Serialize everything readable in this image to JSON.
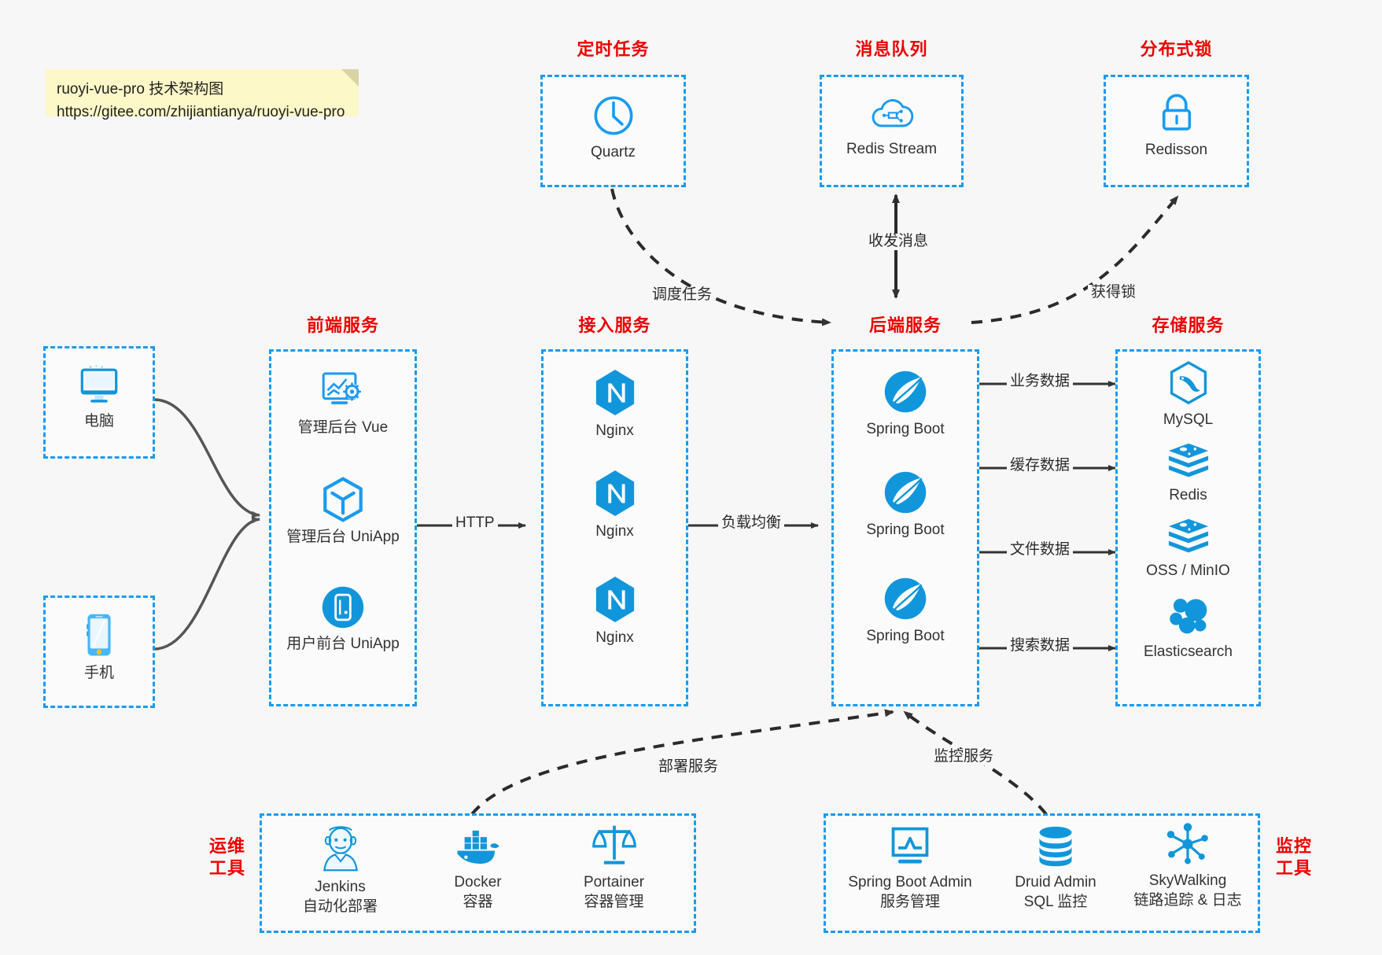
{
  "note": {
    "line1": "ruoyi-vue-pro 技术架构图",
    "line2": "https://gitee.com/zhijiantianya/ruoyi-vue-pro"
  },
  "colors": {
    "accent_blue": "#1a9bf0",
    "icon_blue": "#1296db",
    "caption_red": "#ee0000",
    "background": "#f7f7f7",
    "arrow_black": "#333333"
  },
  "groups": {
    "scheduled_task": {
      "caption": "定时任务"
    },
    "message_queue": {
      "caption": "消息队列"
    },
    "distributed_lock": {
      "caption": "分布式锁"
    },
    "frontend_service": {
      "caption": "前端服务"
    },
    "access_service": {
      "caption": "接入服务"
    },
    "backend_service": {
      "caption": "后端服务"
    },
    "storage_service": {
      "caption": "存储服务"
    },
    "devops_tools": {
      "caption_line1": "运维",
      "caption_line2": "工具"
    },
    "monitor_tools": {
      "caption_line1": "监控",
      "caption_line2": "工具"
    }
  },
  "nodes": {
    "quartz": {
      "label": "Quartz",
      "icon": "clock-icon"
    },
    "redis_stream": {
      "label": "Redis Stream",
      "icon": "cloud-stream-icon"
    },
    "redisson": {
      "label": "Redisson",
      "icon": "lock-icon"
    },
    "computer": {
      "label": "电脑",
      "icon": "desktop-monitor-icon"
    },
    "phone": {
      "label": "手机",
      "icon": "smartphone-icon"
    },
    "admin_vue": {
      "label": "管理后台 Vue",
      "icon": "dashboard-gear-icon"
    },
    "admin_uniapp": {
      "label": "管理后台 UniApp",
      "icon": "uniapp-cube-icon"
    },
    "user_uniapp": {
      "label": "用户前台 UniApp",
      "icon": "mobile-app-icon"
    },
    "nginx_1": {
      "label": "Nginx",
      "icon": "nginx-icon"
    },
    "nginx_2": {
      "label": "Nginx",
      "icon": "nginx-icon"
    },
    "nginx_3": {
      "label": "Nginx",
      "icon": "nginx-icon"
    },
    "spring_boot_1": {
      "label": "Spring Boot",
      "icon": "spring-leaf-icon"
    },
    "spring_boot_2": {
      "label": "Spring Boot",
      "icon": "spring-leaf-icon"
    },
    "spring_boot_3": {
      "label": "Spring Boot",
      "icon": "spring-leaf-icon"
    },
    "mysql": {
      "label": "MySQL",
      "icon": "mysql-dolphin-icon"
    },
    "redis": {
      "label": "Redis",
      "icon": "redis-stack-icon"
    },
    "oss_minio": {
      "label": "OSS / MinIO",
      "icon": "redis-stack-icon"
    },
    "elasticsearch": {
      "label": "Elasticsearch",
      "icon": "elasticsearch-icon"
    },
    "jenkins": {
      "label": "Jenkins",
      "sublabel": "自动化部署",
      "icon": "jenkins-butler-icon"
    },
    "docker": {
      "label": "Docker",
      "sublabel": "容器",
      "icon": "docker-whale-icon"
    },
    "portainer": {
      "label": "Portainer",
      "sublabel": "容器管理",
      "icon": "portainer-scale-icon"
    },
    "spring_boot_admin": {
      "label": "Spring Boot Admin",
      "sublabel": "服务管理",
      "icon": "monitor-chart-icon"
    },
    "druid_admin": {
      "label": "Druid Admin",
      "sublabel": "SQL 监控",
      "icon": "database-icon"
    },
    "skywalking": {
      "label": "SkyWalking",
      "sublabel": "链路追踪 & 日志",
      "icon": "skywalking-node-icon"
    }
  },
  "edges": {
    "schedule_task": "调度任务",
    "send_receive_message": "收发消息",
    "acquire_lock": "获得锁",
    "http": "HTTP",
    "load_balance": "负载均衡",
    "business_data": "业务数据",
    "cache_data": "缓存数据",
    "file_data": "文件数据",
    "search_data": "搜索数据",
    "deploy_service": "部署服务",
    "monitor_service": "监控服务"
  }
}
